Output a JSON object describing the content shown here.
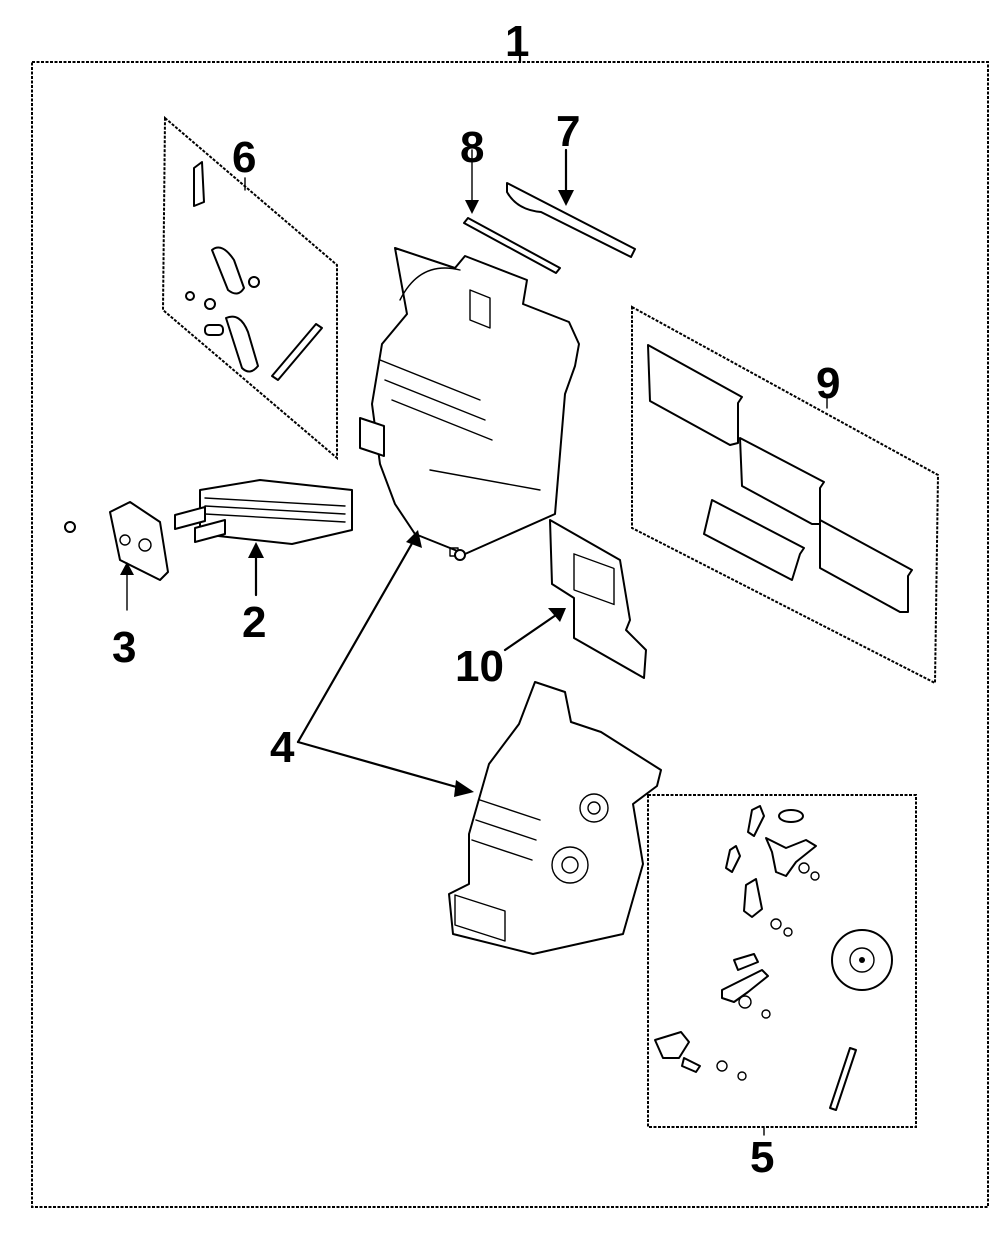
{
  "diagram": {
    "title": "Heater / HVAC case assembly exploded parts diagram",
    "background_color": "#ffffff",
    "line_color": "#000000",
    "callouts": [
      {
        "id": "1",
        "label": "1",
        "part": "hvac-case-assembly"
      },
      {
        "id": "2",
        "label": "2",
        "part": "heater-core"
      },
      {
        "id": "3",
        "label": "3",
        "part": "heater-core-bracket"
      },
      {
        "id": "4",
        "label": "4",
        "part": "case-halves"
      },
      {
        "id": "5",
        "label": "5",
        "part": "actuator-linkage-kit"
      },
      {
        "id": "6",
        "label": "6",
        "part": "lever-clip-kit"
      },
      {
        "id": "7",
        "label": "7",
        "part": "seal-strip"
      },
      {
        "id": "8",
        "label": "8",
        "part": "gasket-strip"
      },
      {
        "id": "9",
        "label": "9",
        "part": "door-kit"
      },
      {
        "id": "10",
        "label": "10",
        "part": "mode-door"
      }
    ]
  }
}
